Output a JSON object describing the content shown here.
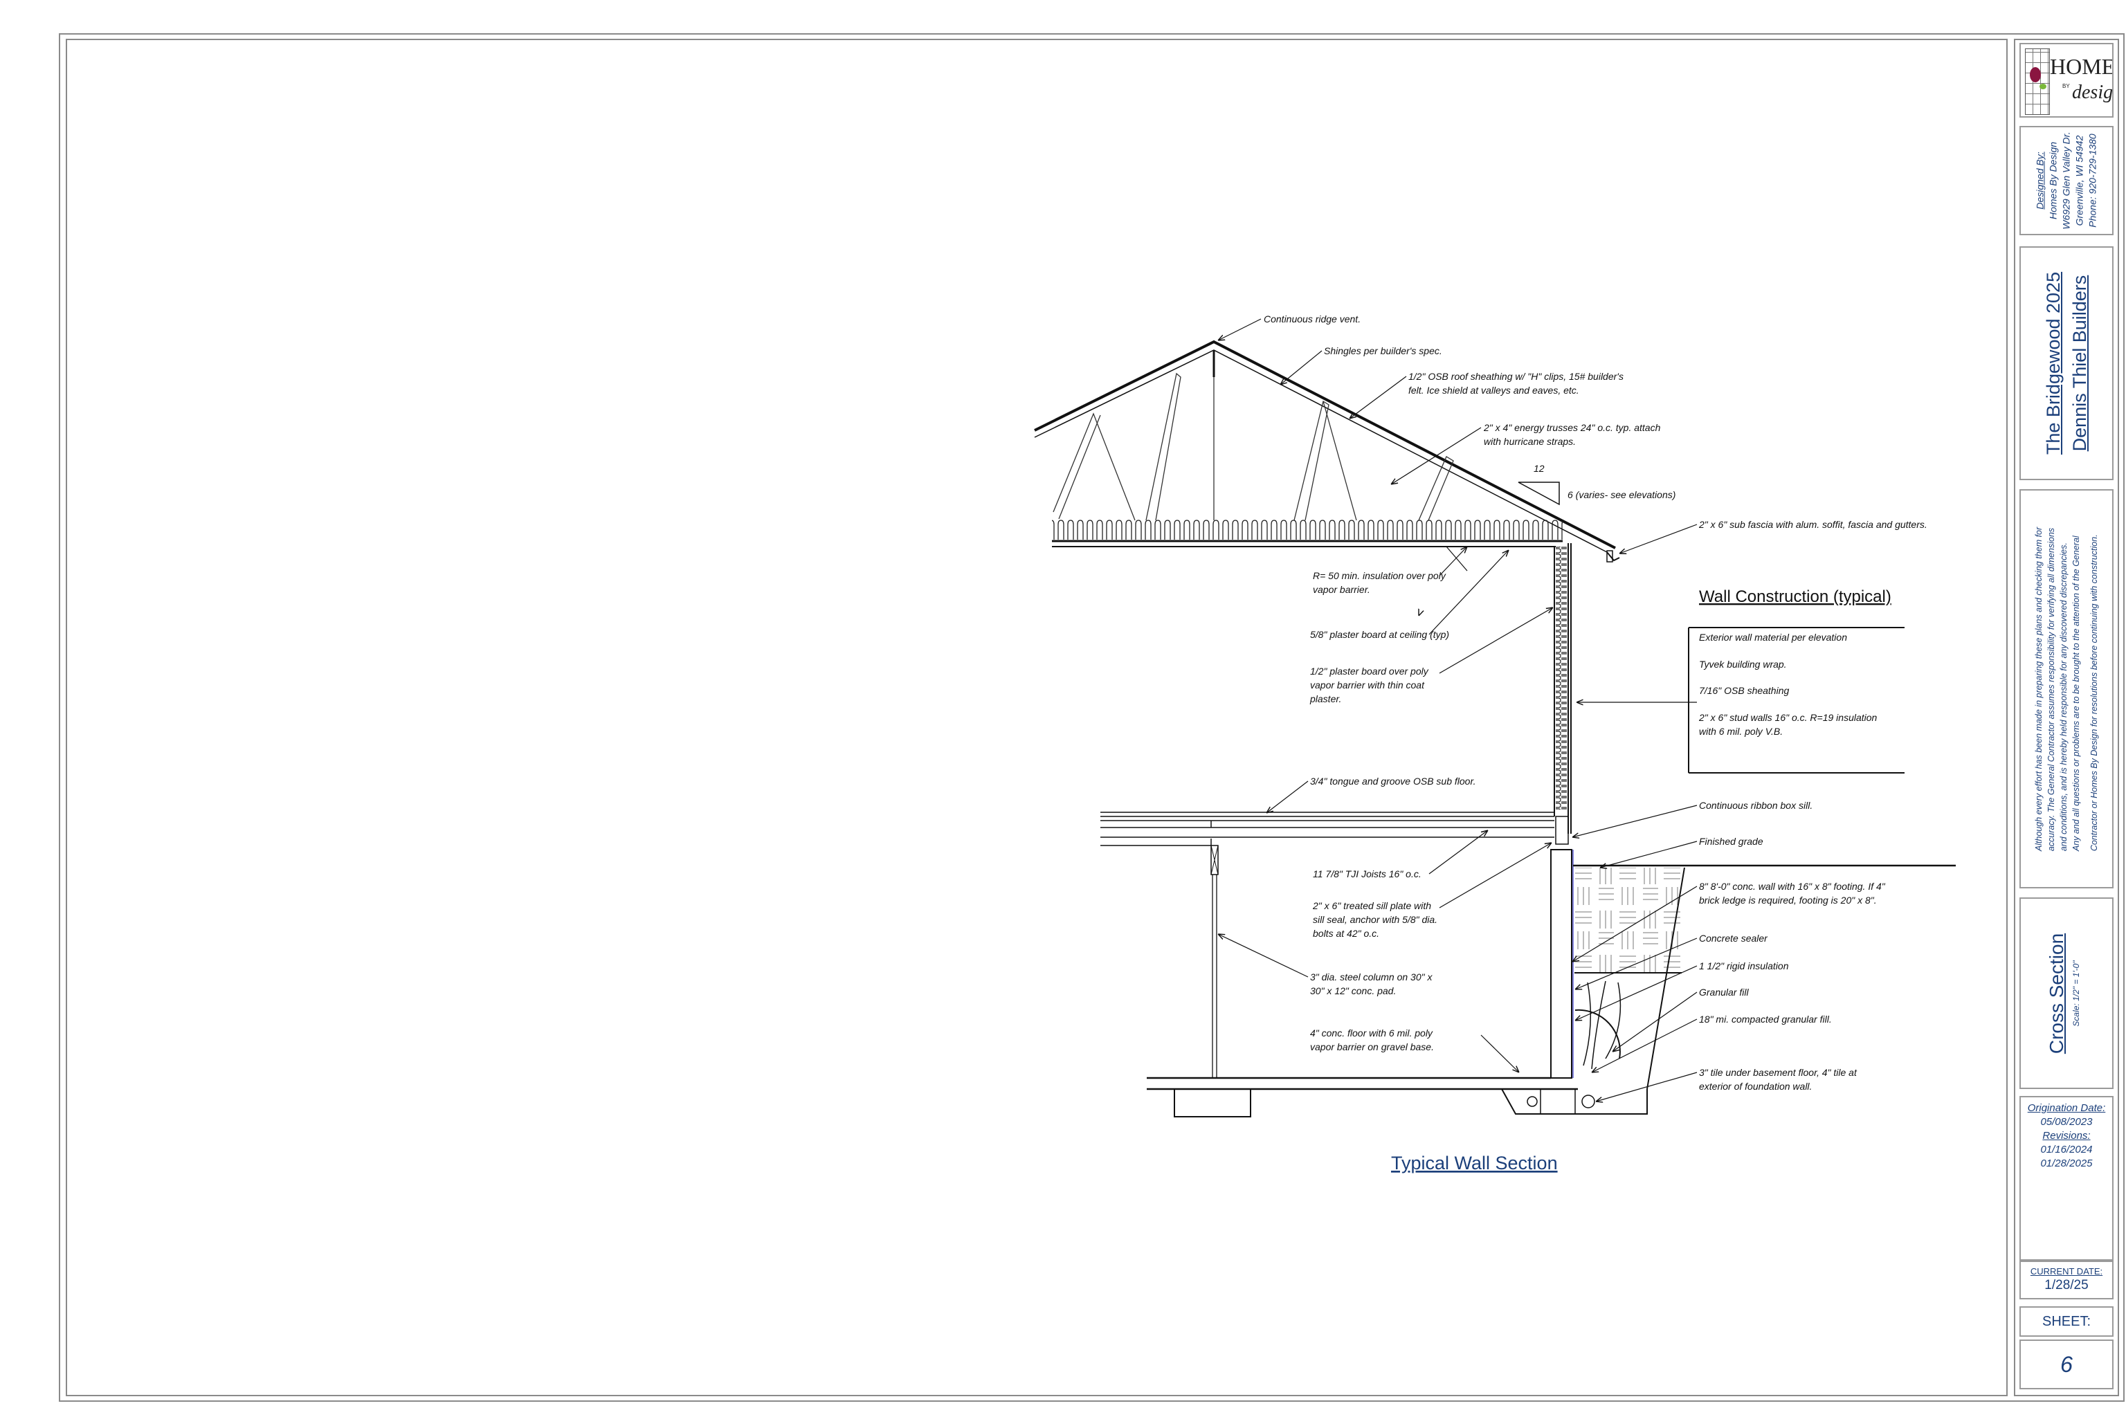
{
  "drawing": {
    "title": "Typical Wall Section",
    "labels": {
      "ridge_vent": "Continuous ridge vent.",
      "shingles": "Shingles per builder's spec.",
      "sheathing_1": "1/2\" OSB roof sheathing w/ \"H\" clips, 15# builder's",
      "sheathing_2": "felt. Ice shield at valleys and eaves, etc.",
      "trusses_1": "2\" x 4\" energy trusses 24\" o.c. typ. attach",
      "trusses_2": "with hurricane straps.",
      "pitch_run": "12",
      "pitch_rise": "6 (varies- see elevations)",
      "fascia": "2\" x 6\" sub fascia with alum. soffit, fascia and gutters.",
      "insulation_1": "R= 50 min. insulation over poly",
      "insulation_2": "vapor barrier.",
      "ceiling_board": "5/8\" plaster board at ceiling (typ)",
      "wall_board_1": "1/2\" plaster board over poly",
      "wall_board_2": "vapor barrier with thin coat",
      "wall_board_3": "plaster.",
      "subfloor": "3/4\" tongue and groove OSB sub floor.",
      "joists": "11 7/8\" TJI Joists 16\" o.c.",
      "sill_1": "2\" x 6\" treated sill plate with",
      "sill_2": "sill seal, anchor with 5/8\" dia.",
      "sill_3": "bolts at 42\" o.c.",
      "column_1": "3\" dia. steel column on 30\" x",
      "column_2": "30\" x 12\" conc. pad.",
      "floor_1": "4\" conc. floor with 6 mil. poly",
      "floor_2": "vapor barrier on gravel base.",
      "box_sill": "Continuous ribbon box sill.",
      "grade": "Finished grade",
      "conc_wall_1": "8\" 8'-0\" conc. wall with 16\" x 8\" footing. If 4\"",
      "conc_wall_2": "brick ledge is required, footing is 20\" x 8\".",
      "sealer": "Concrete sealer",
      "rigid": "1 1/2\" rigid insulation",
      "granular": "Granular fill",
      "compacted": "18\" mi. compacted granular fill.",
      "tile_1": "3\" tile under basement floor, 4\" tile at",
      "tile_2": "exterior of foundation wall."
    },
    "wall_construction": {
      "title": "Wall Construction (typical)",
      "items": [
        "Exterior wall material per elevation",
        "Tyvek building wrap.",
        "7/16\" OSB sheathing",
        "2\" x 6\" stud walls 16\" o.c. R=19 insulation",
        "with 6 mil. poly V.B."
      ]
    }
  },
  "title_block": {
    "logo": {
      "main": "HOMES",
      "by": "BY",
      "script": "design"
    },
    "designed_by": {
      "heading": "Designed By:",
      "lines": [
        "Homes By Design",
        "W6929 Glen Valley Dr.",
        "Greenville, WI 54942",
        "Phone: 920-729-1380"
      ]
    },
    "project": "The Bridgewood 2025",
    "builder": "Dennis Thiel Builders",
    "disclaimer": [
      "Although every effort has been made in preparing these plans and checking them for",
      "accuracy. The General Contractor assumes responsibility for verifying all dimensions",
      "and conditions, and is hereby held responsible for any discovered discrepancies.",
      "Any and all questions or problems are to be brought to the attention of the General",
      "Contractor or Homes By Design for resolutions before continuing with construction."
    ],
    "sheet_title": "Cross Section",
    "scale": "Scale: 1/2\" = 1'-0\"",
    "origination_label": "Origination Date:",
    "origination_date": "05/08/2023",
    "revisions_label": "Revisions:",
    "revisions": [
      "01/16/2024",
      "01/28/2025"
    ],
    "current_date_label": "CURRENT DATE:",
    "current_date": "1/28/25",
    "sheet_label": "SHEET:",
    "sheet_number": "6"
  },
  "colors": {
    "ink": "#111111",
    "title_blue": "#1b3f7a",
    "frame": "#8a8a8a"
  }
}
